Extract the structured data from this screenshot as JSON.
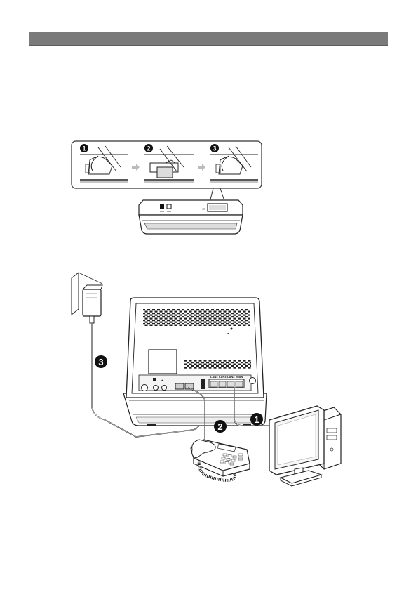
{
  "header": {
    "color": "#7a7a7a"
  },
  "step_callouts": [
    "1",
    "2",
    "3"
  ],
  "connection_callouts": [
    "1",
    "2",
    "3"
  ],
  "port_labels": [
    "LAN4",
    "LAN3",
    "LAN2",
    "WAN"
  ]
}
